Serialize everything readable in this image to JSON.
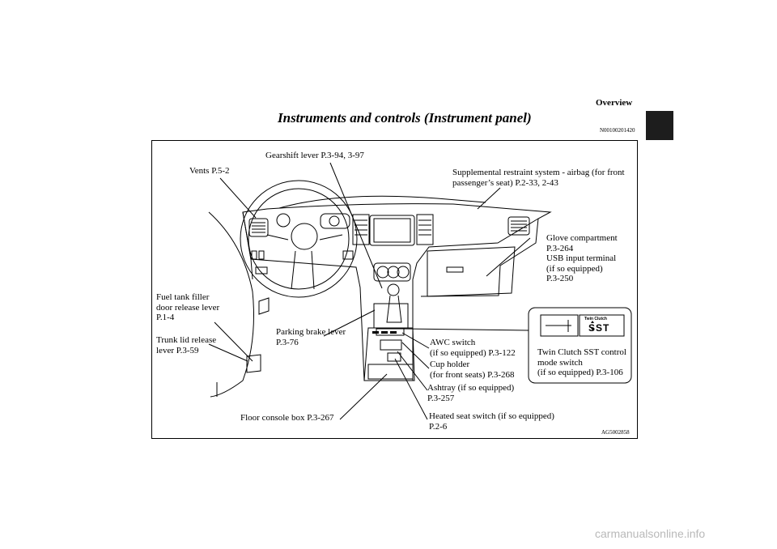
{
  "header": {
    "section": "Overview",
    "title": "Instruments and controls (Instrument panel)",
    "code": "N00100201420"
  },
  "labels": {
    "vents": "Vents P.5-2",
    "gearshift": "Gearshift lever P.3-94, 3-97",
    "airbag": "Supplemental restraint system - airbag (for front\npassenger’s seat) P.2-33, 2-43",
    "glove": "Glove compartment\nP.3-264\nUSB input terminal\n(if so equipped)\nP.3-250",
    "fuel": "Fuel tank filler\ndoor release lever\nP.1-4",
    "trunk": "Trunk lid release\nlever P.3-59",
    "parking": "Parking brake lever\nP.3-76",
    "awc": "AWC switch\n(if so equipped) P.3-122",
    "cup": "Cup holder\n(for front seats) P.3-268",
    "ashtray": "Ashtray (if so equipped)\nP.3-257",
    "twin": "Twin Clutch SST control\nmode switch\n(if so equipped) P.3-106",
    "floor": "Floor console box P.3-267",
    "heated": "Heated seat switch (if so equipped)\nP.2-6"
  },
  "inset": {
    "brand_top": "Twin Clutch",
    "brand_bottom": "SST"
  },
  "image_code": "AG5002858",
  "footer": "carmanualsonline.info"
}
